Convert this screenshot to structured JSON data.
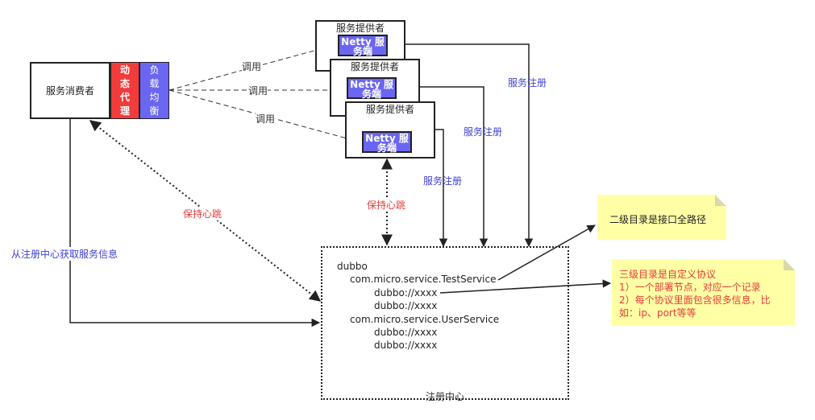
{
  "consumer": {
    "label": "服务消费者"
  },
  "proxy": {
    "label": "动态代理"
  },
  "load_balancer": {
    "label": "负载均衡"
  },
  "providers": [
    {
      "title": "服务提供者",
      "netty": "Netty 服务端"
    },
    {
      "title": "服务提供者",
      "netty": "Netty 服务端"
    },
    {
      "title": "服务提供者",
      "netty": "Netty 服务端"
    }
  ],
  "edges": {
    "call_label": "调用",
    "register_label": "服务注册",
    "heartbeat_label": "保持心跳",
    "fetch_label": "从注册中心获取服务信息"
  },
  "registry": {
    "title": "注册中心",
    "lines": [
      "dubbo",
      "com.micro.service.TestService",
      "dubbo://xxxx",
      "dubbo://xxxx",
      "com.micro.service.UserService",
      "dubbo://xxxx",
      "dubbo://xxxx"
    ]
  },
  "notes": {
    "level2": "二级目录是接口全路径",
    "level3_title": "三级目录是自定义协议",
    "level3_line1": "1）一个部署节点，对应一个记录",
    "level3_line2": "2）每个协议里面包含很多信息，比如：ip、port等等"
  },
  "colors": {
    "proxy": "#f23b3b",
    "load_balancer": "#6b66f2",
    "netty": "#6b66f2",
    "register_text": "#4040d8",
    "heartbeat_text": "#e53a3a",
    "note_bg": "#ffffa6"
  }
}
